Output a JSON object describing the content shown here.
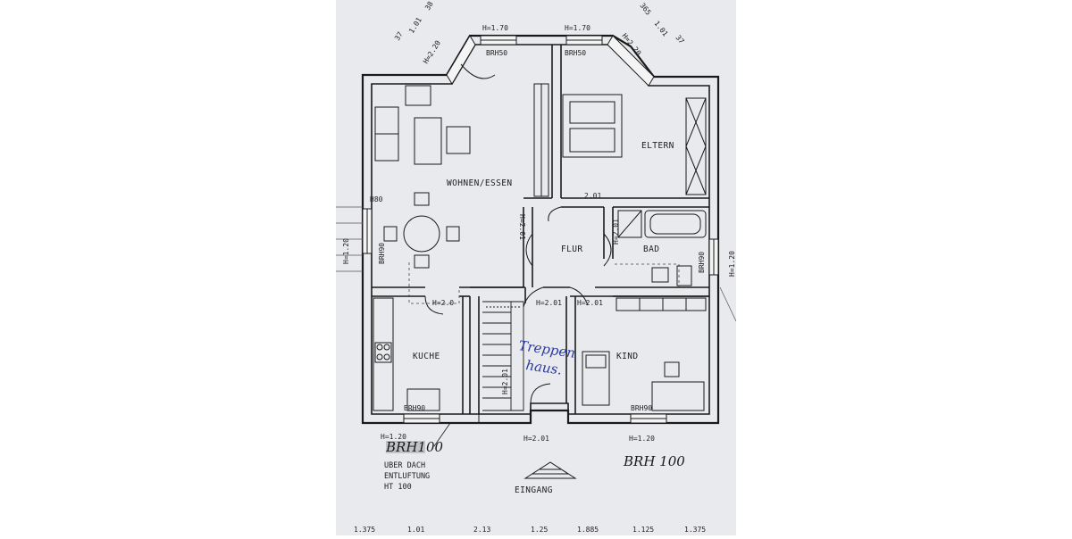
{
  "plan": {
    "rooms": {
      "wohnen": "WOHNEN/ESSEN",
      "eltern": "ELTERN",
      "flur": "FLUR",
      "bad": "BAD",
      "kuche": "KUCHE",
      "kind": "KIND"
    },
    "dimensions": {
      "top_left_window": "H=1.70",
      "top_right_window": "H=1.70",
      "brh_top_left": "BRH50",
      "brh_top_right": "BRH50",
      "bay_left_h": "H=2.20",
      "bay_right_h": "H=2.20",
      "bay_left_d37": "37",
      "bay_left_d101": "1.01",
      "bay_left_d38": "38",
      "bay_right_d365": "365",
      "bay_right_d101": "1.01",
      "bay_right_d37": "37",
      "left_window_h": "H=1.20",
      "left_brh": "BRH90",
      "wohnen_door_h": "H=2.0",
      "eltern_door_h": "2.01",
      "flur_door_left_h": "H=2.01",
      "stair_door_h": "H=2.01",
      "kind_door_h": "H=2.01",
      "bad_door_h": "H=2.01",
      "right_window_h": "H=1.20",
      "right_brh": "BRH90",
      "kuche_brh": "BRH90",
      "kuche_window_h": "H=1.20",
      "kind_brh": "BRH90",
      "kind_window_h": "H=1.20",
      "entrance_door_h": "H=2.01",
      "wohnen_h80": "H80",
      "bottom_row": [
        "1.375",
        "1.01",
        "2.13",
        "1.25",
        "1.885",
        "1.125",
        "1.375"
      ]
    },
    "notes": {
      "brh_handwritten_left": "BRH100",
      "vent_line1": "UBER DACH",
      "vent_line2": "ENTLUFTUNG",
      "vent_line3": "HT 100",
      "entrance": "EINGANG",
      "brh_handwritten_right": "BRH 100",
      "treppenhaus_line1": "Treppen",
      "treppenhaus_line2": "haus."
    }
  }
}
